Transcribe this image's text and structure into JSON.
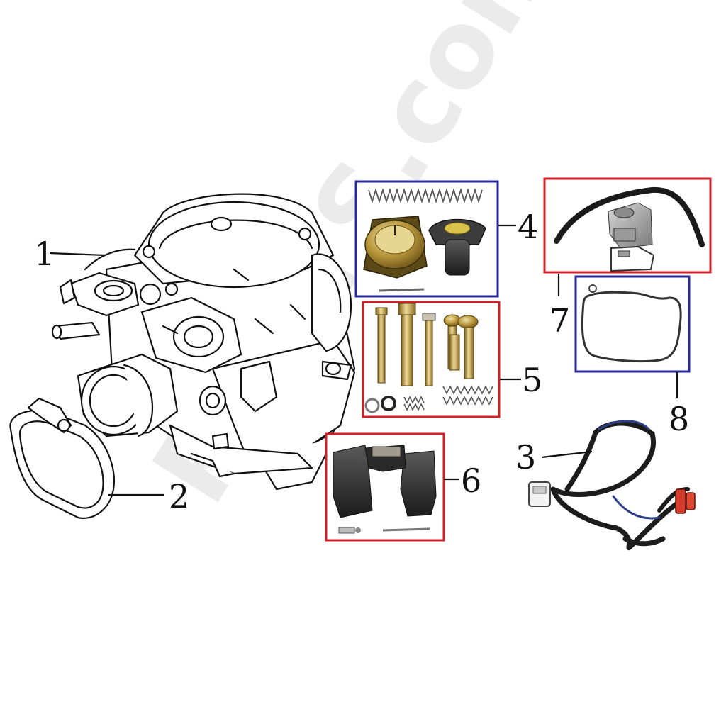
{
  "callouts": {
    "c1": "1",
    "c2": "2",
    "c3": "3",
    "c4": "4",
    "c5": "5",
    "c6": "6",
    "c7": "7",
    "c8": "8"
  },
  "watermark": "PARTS.com",
  "colors": {
    "red_frame": "#d0202a",
    "blue_frame": "#2a2a9a",
    "brass": "#b8963a",
    "dark_part": "#2b2b2b",
    "line": "#111111",
    "watermark": "#e6e6e6"
  }
}
